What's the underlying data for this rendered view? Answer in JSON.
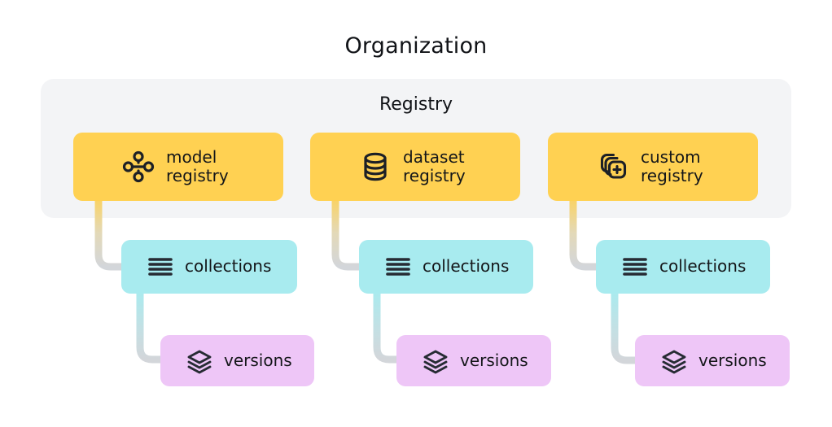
{
  "diagram": {
    "org_title": "Organization",
    "registry_group_title": "Registry",
    "colors": {
      "background": "#ffffff",
      "panel": "#f3f4f6",
      "registry_card": "#ffd152",
      "collections_card": "#a8ebef",
      "versions_card": "#eec6f7",
      "text": "#141619",
      "connector_gray": "#d3d6da"
    }
  },
  "columns": [
    {
      "registry": {
        "label": "model\nregistry",
        "icon": "node-graph-icon"
      },
      "collections": {
        "label": "collections",
        "icon": "list-lines-icon"
      },
      "versions": {
        "label": "versions",
        "icon": "layers-stack-icon"
      }
    },
    {
      "registry": {
        "label": "dataset\nregistry",
        "icon": "database-cylinder-icon"
      },
      "collections": {
        "label": "collections",
        "icon": "list-lines-icon"
      },
      "versions": {
        "label": "versions",
        "icon": "layers-stack-icon"
      }
    },
    {
      "registry": {
        "label": "custom\nregistry",
        "icon": "stacked-squares-plus-icon"
      },
      "collections": {
        "label": "collections",
        "icon": "list-lines-icon"
      },
      "versions": {
        "label": "versions",
        "icon": "layers-stack-icon"
      }
    }
  ]
}
